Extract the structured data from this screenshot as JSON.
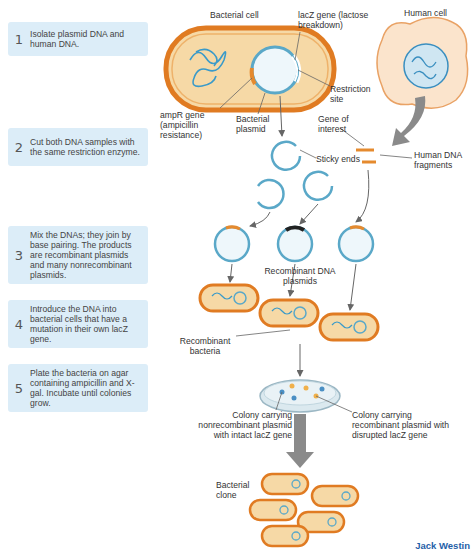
{
  "diagram": {
    "nodes": [
      {
        "text": [
          "1",
          "Isolate plasmid DNA and human DNA."
        ]
      },
      {
        "text": [
          "2",
          "Cut both DNA samples with the same restriction enzyme."
        ]
      },
      {
        "text": [
          "3",
          "Mix the DNAs; they join by base pairing. The products are recombinant plasmids and many nonrecombinant plasmids."
        ]
      },
      {
        "text": [
          "4",
          "Introduce the DNA into bacterial cells that have a mutation in their own lacZ gene."
        ]
      },
      {
        "text": [
          "5",
          "Plate the bacteria on agar containing ampicillin and X-gal. Incubate until colonies grow."
        ]
      }
    ],
    "labels": [
      "Bacterial cell",
      "lacZ gene (lactose breakdown)",
      "Human cell",
      "Restriction site",
      "ampR gene (ampicillin resistance)",
      "Bacterial plasmid",
      "Gene of interest",
      "Sticky ends",
      "Human DNA fragments",
      "Recombinant DNA plasmids",
      "Recombinant bacteria",
      "Colony carrying nonrecombinant plasmid with intact lacZ gene",
      "Colony carrying recombinant plasmid with disrupted lacZ gene",
      "Bacterial clone",
      "Jack Westin"
    ]
  }
}
